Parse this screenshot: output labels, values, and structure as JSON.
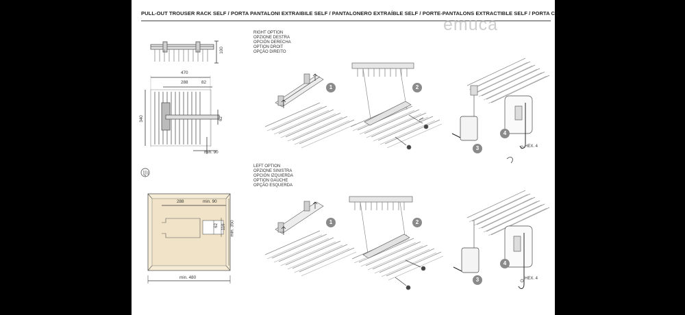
{
  "title": "PULL-OUT TROUSER RACK SELF / PORTA PANTALONI EXTRAIBILE SELF / PANTALONERO EXTRAÍBLE SELF / PORTE-PANTALONS EXTRACTIBLE SELF / PORTA CALÇAS EXTRAÍVEL SELF",
  "watermark": "emuca",
  "right_option": [
    "RIGHT OPTION",
    "OPZIONE DESTRA",
    "OPCIÓN DERECHA",
    "OPTION DROIT",
    "OPÇÃO DIREITO"
  ],
  "left_option": [
    "LEFT OPTION",
    "OPZIONE SINISTRA",
    "OPCIÓN IZQUIERDA",
    "OPTION GAUCHE",
    "OPÇÃO ESQUERDA"
  ],
  "dims_top": {
    "d470": "470",
    "d288": "288",
    "d82": "82",
    "d340": "340",
    "d100": "100",
    "d62": "62",
    "dmin90": "min. 90"
  },
  "dims_cabinet": {
    "d288": "288",
    "dmin90": "min. 90",
    "d62": "62",
    "d116": "116",
    "dmin350": "min. 350",
    "dmin480": "min. 480"
  },
  "hex_label": "HEX. 4",
  "steps": [
    "1",
    "2",
    "3",
    "4"
  ],
  "colors": {
    "panel": "#f6ecd6",
    "line": "#555555",
    "accent": "#8a8a8a"
  }
}
